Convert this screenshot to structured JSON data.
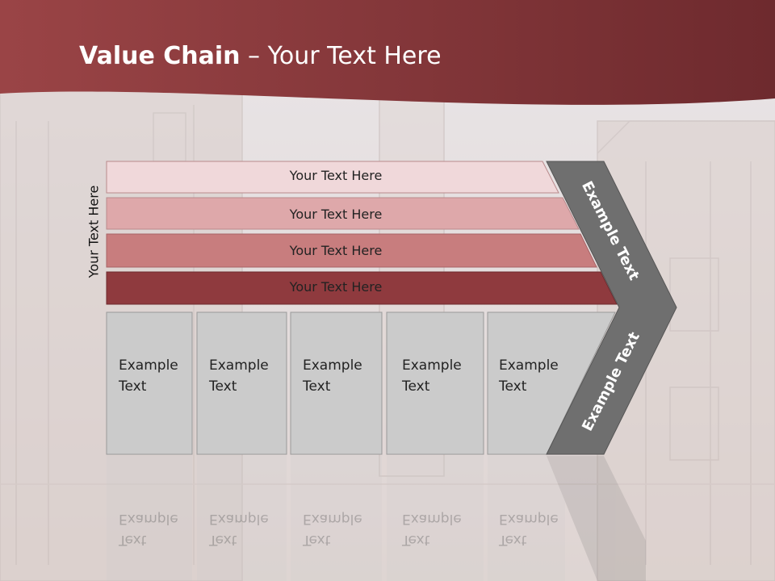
{
  "slide": {
    "title_bold": "Value Chain",
    "title_rest": " – Your Text Here",
    "side_label": "Your Text Here",
    "bands": [
      {
        "label": "Your Text Here"
      },
      {
        "label": "Your Text Here"
      },
      {
        "label": "Your Text Here"
      },
      {
        "label": "Your Text Here"
      }
    ],
    "boxes": [
      {
        "line1": "Example",
        "line2": "Text"
      },
      {
        "line1": "Example",
        "line2": "Text"
      },
      {
        "line1": "Example",
        "line2": "Text"
      },
      {
        "line1": "Example",
        "line2": "Text"
      },
      {
        "line1": "Example",
        "line2": "Text"
      }
    ],
    "chevron_upper": "Example Text",
    "chevron_lower": "Example Text"
  },
  "colors": {
    "header": "#8e3b3f",
    "band1": "#f0d8da",
    "band2": "#dea8aa",
    "band3": "#c87d7e",
    "band4": "#8f3a3e",
    "box": "#cbcbcb",
    "chevron": "#6f6f6f"
  }
}
